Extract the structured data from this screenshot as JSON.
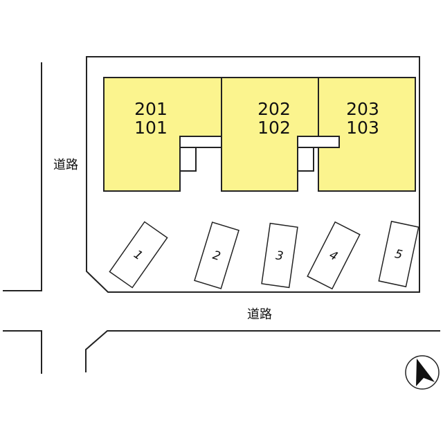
{
  "roads": {
    "west_label": "道路",
    "south_label": "道路"
  },
  "units": [
    {
      "upper": "201",
      "lower": "101"
    },
    {
      "upper": "202",
      "lower": "102"
    },
    {
      "upper": "203",
      "lower": "103"
    }
  ],
  "parking": [
    "1",
    "2",
    "3",
    "4",
    "5"
  ],
  "colors": {
    "building": "#fbf48e",
    "lines": "#222222"
  },
  "compass_icon": "north-arrow-icon"
}
